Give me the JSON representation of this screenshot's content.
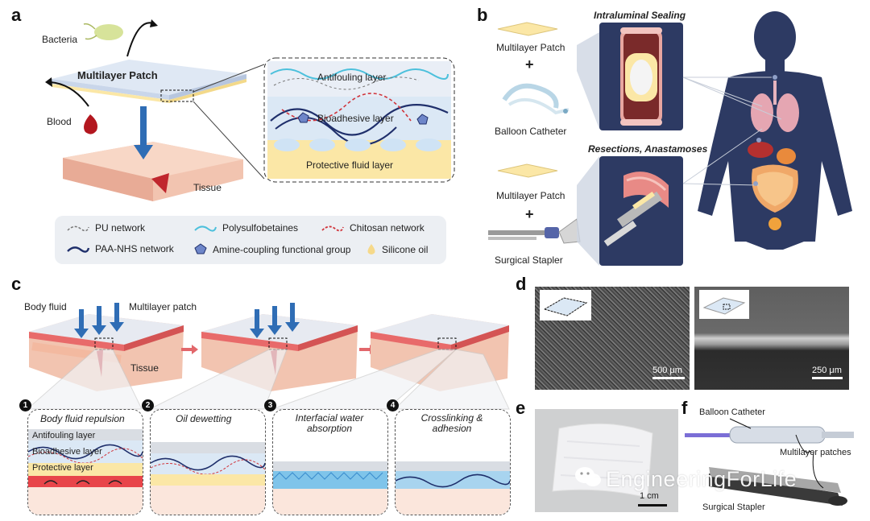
{
  "panels": {
    "a": {
      "label": "a",
      "bacteria": "Bacteria",
      "patch": "Multilayer Patch",
      "blood": "Blood",
      "tissue": "Tissue",
      "inset": {
        "antifouling": "Antifouling layer",
        "bioadhesive": "Bioadhesive layer",
        "protective": "Protective fluid layer"
      },
      "legend": [
        {
          "label": "PU network",
          "icon": "gray-dashed-line-icon"
        },
        {
          "label": "Polysulfobetaines",
          "icon": "cyan-wave-icon"
        },
        {
          "label": "Chitosan network",
          "icon": "red-dashed-wave-icon"
        },
        {
          "label": "PAA-NHS network",
          "icon": "navy-wave-icon"
        },
        {
          "label": "Amine-coupling functional group",
          "icon": "pentagon-pin-icon"
        },
        {
          "label": "Silicone oil",
          "icon": "oil-drop-icon"
        }
      ]
    },
    "b": {
      "label": "b",
      "top_patch": "Multilayer Patch",
      "top_plus": "+",
      "top_device": "Balloon Catheter",
      "top_title": "Intraluminal Sealing",
      "bottom_patch": "Multilayer Patch",
      "bottom_plus": "+",
      "bottom_device": "Surgical Stapler",
      "bottom_title": "Resections, Anastamoses"
    },
    "c": {
      "label": "c",
      "body_fluid": "Body fluid",
      "multilayer": "Multilayer patch",
      "tissue": "Tissue",
      "steps": [
        {
          "num": "1",
          "title": "Body fluid repulsion"
        },
        {
          "num": "2",
          "title": "Oil dewetting"
        },
        {
          "num": "3",
          "title": "Interfacial water absorption"
        },
        {
          "num": "4",
          "title": "Crosslinking & adhesion"
        }
      ],
      "layers": {
        "antifouling": "Antifouling layer",
        "bioadhesive": "Bioadhesive layer",
        "protective": "Protective layer"
      }
    },
    "d": {
      "label": "d",
      "scale_left": "500 μm",
      "scale_right": "250 μm"
    },
    "e": {
      "label": "e",
      "scale": "1 cm"
    },
    "f": {
      "label": "f",
      "catheter": "Balloon Catheter",
      "patches": "Multilayer patches",
      "stapler": "Surgical Stapler"
    }
  },
  "watermark": "EngineeringForLife",
  "colors": {
    "navy": "#2d3a63",
    "accent_blue": "#2f6db5",
    "tissue_pink": "#f2c4b0",
    "blood_red": "#c0262d",
    "patch_yellow": "#fbe7a6",
    "antifouling_gray": "#d9dde3"
  }
}
